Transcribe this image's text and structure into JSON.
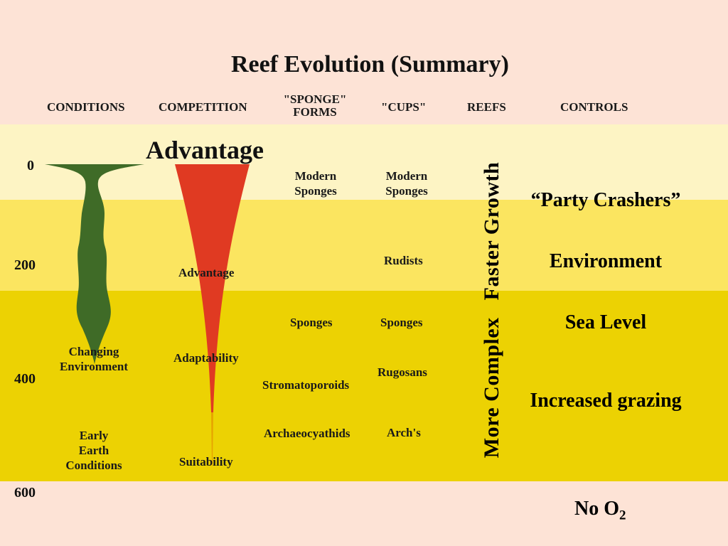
{
  "title": "Reef Evolution (Summary)",
  "headers": {
    "conditions": "CONDITIONS",
    "competition": "COMPETITION",
    "sponge_forms_line1": "\"SPONGE\"",
    "sponge_forms_line2": "FORMS",
    "cups": "\"CUPS\"",
    "reefs": "REEFS",
    "controls": "CONTROLS"
  },
  "axis_ticks": [
    "0",
    "200",
    "400",
    "600"
  ],
  "conditions": {
    "changing_env_line1": "Changing",
    "changing_env_line2": "Environment",
    "early_line1": "Early",
    "early_line2": "Earth",
    "early_line3": "Conditions"
  },
  "competition": {
    "top_label": "Advantage",
    "mid_label": "Advantage",
    "adaptability": "Adaptability",
    "suitability": "Suitability"
  },
  "sponge_forms": {
    "modern_line1": "Modern",
    "modern_line2": "Sponges",
    "sponges": "Sponges",
    "stromatoporoids": "Stromatoporoids",
    "archaeocyathids": "Archaeocyathids"
  },
  "cups": {
    "modern_line1": "Modern",
    "modern_line2": "Sponges",
    "rudists": "Rudists",
    "sponges": "Sponges",
    "rugosans": "Rugosans",
    "archs": "Arch's"
  },
  "reefs": {
    "more_complex": "More Complex",
    "faster_growth": "Faster Growth"
  },
  "controls": {
    "party_crashers": "“Party Crashers”",
    "environment": "Environment",
    "sea_level": "Sea Level",
    "grazing": "Increased grazing",
    "no_o2_prefix": "No O",
    "no_o2_sub": "2"
  },
  "colors": {
    "background": "#fde3d6",
    "band_light": "#fdf4c4",
    "band_mid": "#fbe560",
    "band_dark": "#ecd203",
    "conditions_shape": "#3f6b27",
    "competition_shape": "#e03a22"
  }
}
